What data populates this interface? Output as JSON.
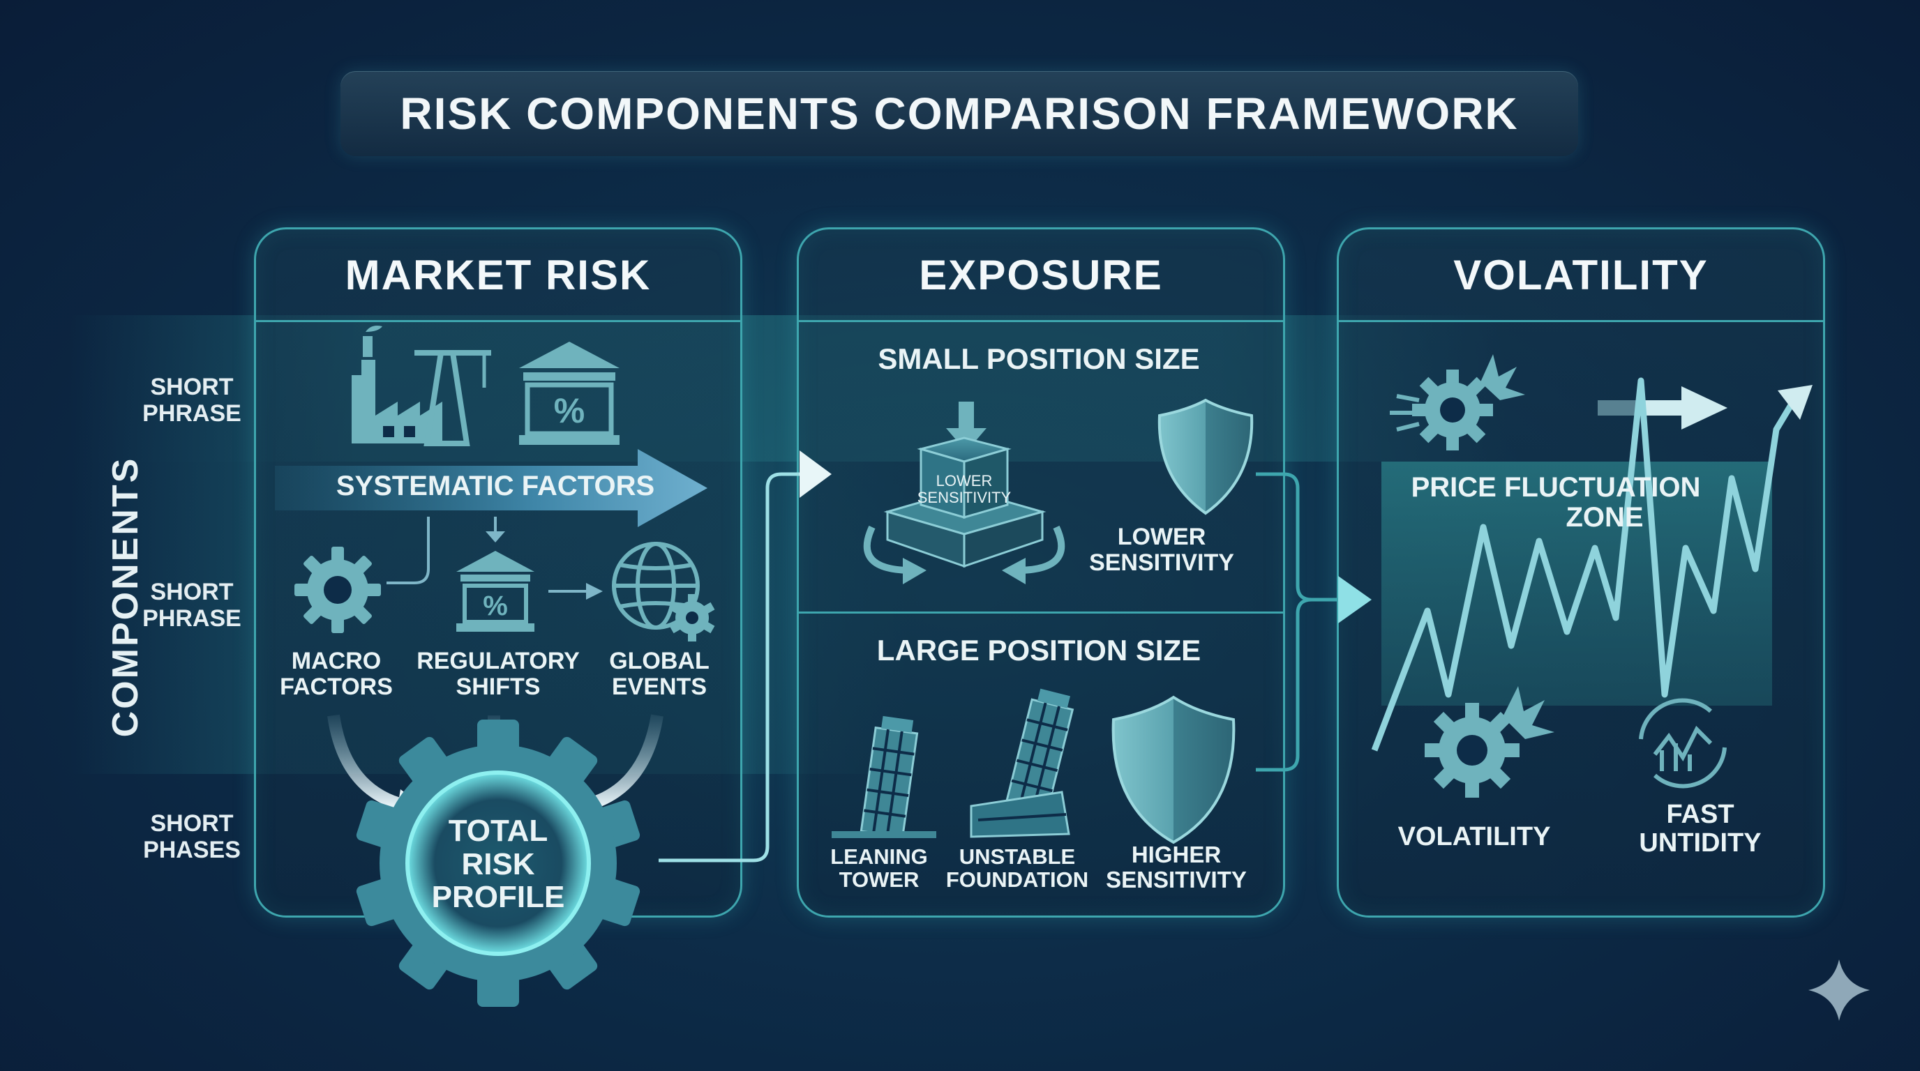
{
  "title": "RISK COMPONENTS COMPARISON FRAMEWORK",
  "row_axis_label": "COMPONENTS",
  "row_labels": [
    {
      "line1": "SHORT",
      "line2": "PHRASE"
    },
    {
      "line1": "SHORT",
      "line2": "PHRASE"
    },
    {
      "line1": "SHORT",
      "line2": "PHASES"
    }
  ],
  "market_risk": {
    "header": "MARKET RISK",
    "systematic_factors": "SYSTEMATIC FACTORS",
    "items": [
      {
        "line1": "MACRO",
        "line2": "FACTORS",
        "icon": "gear-icon"
      },
      {
        "line1": "REGULATORY",
        "line2": "SHIFTS",
        "icon": "bank-percent-icon"
      },
      {
        "line1": "GLOBAL",
        "line2": "EVENTS",
        "icon": "globe-gear-icon"
      }
    ],
    "hub": {
      "line1": "TOTAL",
      "line2": "RISK",
      "line3": "PROFILE"
    },
    "top_icons": [
      "factory-crane-icon",
      "bank-percent-icon"
    ]
  },
  "exposure": {
    "header": "EXPOSURE",
    "small": {
      "title": "SMALL POSITION SIZE",
      "box_label_line1": "LOWER",
      "box_label_line2": "SENSITIVITY",
      "side_line1": "LOWER",
      "side_line2": "SENSITIVITY"
    },
    "large": {
      "title": "LARGE POSITION SIZE",
      "items": [
        {
          "line1": "LEANING",
          "line2": "TOWER",
          "icon": "leaning-tower-icon"
        },
        {
          "line1": "UNSTABLE",
          "line2": "FOUNDATION",
          "icon": "unstable-tower-icon"
        },
        {
          "line1": "HIGHER",
          "line2": "SENSITIVITY",
          "icon": "shield-icon"
        }
      ]
    }
  },
  "volatility": {
    "header": "VOLATILITY",
    "zone_line1": "PRICE FLUCTUATION",
    "zone_line2": "ZONE",
    "items": [
      {
        "line1": "VOLATILITY",
        "icon": "gear-burst-icon"
      },
      {
        "line1": "FAST",
        "line2": "UNTIDITY",
        "icon": "cycle-chart-icon"
      }
    ]
  },
  "colors": {
    "accent": "#3ea6ae",
    "icon": "#6fb3bd",
    "background": "#0d2c48"
  }
}
